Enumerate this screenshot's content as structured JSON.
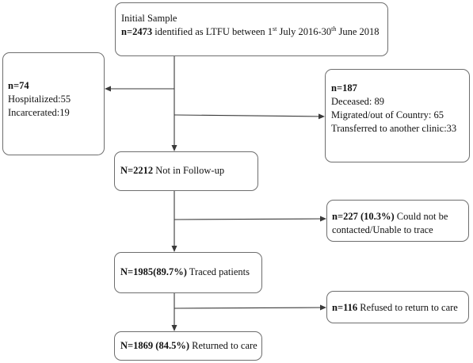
{
  "initial": {
    "line1": "Initial Sample",
    "count": "n=2473",
    "text_a": " identified as LTFU between 1",
    "sup_a": "st",
    "text_b": " July 2016-30",
    "sup_b": "th",
    "text_c": " June 2018"
  },
  "excluded_left": {
    "count": "n=74",
    "items": [
      "Hospitalized:55",
      "Incarcerated:19"
    ]
  },
  "excluded_right": {
    "count": "n=187",
    "items": [
      "Deceased:  89",
      "Migrated/out of Country: 65",
      "Transferred  to another clinic:33"
    ]
  },
  "not_followup": {
    "count": "N=2212",
    "text": " Not in Follow-up"
  },
  "untraced": {
    "count": "n=227 (10.3%)",
    "text_a": " Could not be",
    "text_b": "contacted/Unable  to trace"
  },
  "traced": {
    "count": "N=1985(89.7%)",
    "text": "  Traced patients"
  },
  "refused": {
    "count": "n=116",
    "text": " Refused to return to care"
  },
  "returned": {
    "count": "N=1869 (84.5%)",
    "text": "   Returned to care"
  },
  "colors": {
    "border": "#6e6e6e",
    "line": "#3a3a3a"
  }
}
